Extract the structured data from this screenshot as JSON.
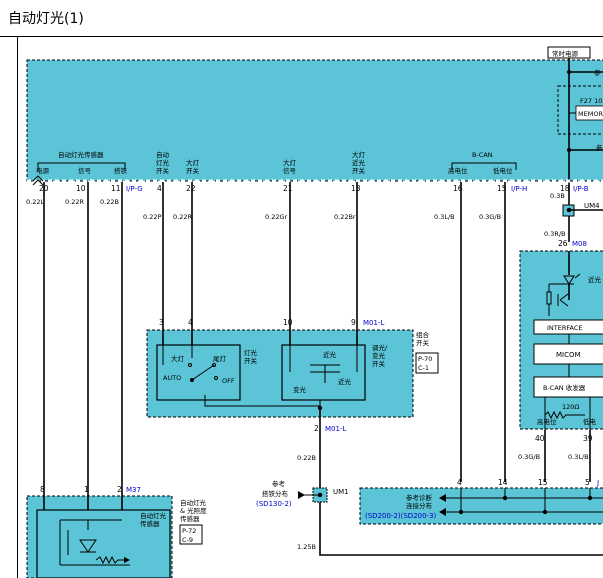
{
  "title": "自动灯光(1)",
  "top": {
    "constant_power": "常时电源",
    "fuse": "F27 10",
    "memory": "MEMOR",
    "right_label": "参",
    "group_auto_sensor": "自动灯光传感器",
    "pin_names": {
      "power": "电源",
      "signal": "信号",
      "ground": "搭铁",
      "auto_switch_l1": "自动",
      "auto_switch_l2": "灯光",
      "auto_switch_l3": "开关",
      "headlamp_switch_l1": "大灯",
      "headlamp_switch_l2": "开关",
      "headlamp_signal_l1": "大灯",
      "headlamp_signal_l2": "信号",
      "lowbeam_switch_l1": "大灯",
      "lowbeam_switch_l2": "近光",
      "lowbeam_switch_l3": "开关",
      "bcan": "B-CAN",
      "can_high": "高电位",
      "can_low": "低电位"
    },
    "pins": [
      "20",
      "10",
      "11",
      "4",
      "22",
      "21",
      "13",
      "16",
      "15",
      "18"
    ],
    "conn_ipg": "I/P-G",
    "conn_iph": "I/P-H",
    "conn_ipb": "I/P-B",
    "wires": [
      "0.22L",
      "0.22R",
      "0.22B",
      "0.22P",
      "0.22R",
      "0.22Gr",
      "0.22Br",
      "0.3L/B",
      "0.3G/B",
      "0.3B"
    ]
  },
  "um4": {
    "label": "UM4",
    "wire": "0.3R/B",
    "pin": "26",
    "conn": "M08"
  },
  "module": {
    "near_label": "近光",
    "interface": "INTERFACE",
    "micom": "MICOM",
    "transceiver": "B-CAN 收发器",
    "resistor": "120Ω",
    "high": "高电位",
    "low": "低电",
    "pins": [
      "40",
      "39"
    ],
    "wires": [
      "0.3G/B",
      "0.3L/B"
    ]
  },
  "combo": {
    "pins": [
      "3",
      "4",
      "10",
      "9"
    ],
    "conn": "M01-L",
    "light_switch_l1": "灯光",
    "light_switch_l2": "开关",
    "combo_l1": "组合",
    "combo_l2": "开关",
    "dimmer_l1": "调光/",
    "dimmer_l2": "变光",
    "dimmer_l3": "开关",
    "head": "大灯",
    "tail": "尾灯",
    "auto": "AUTO",
    "off": "OFF",
    "near": "近光",
    "flash": "变光",
    "near2": "近光",
    "ref_l1": "P-70",
    "ref_l2": "C-1",
    "bottom_pin": "2",
    "bottom_conn": "M01-L",
    "bottom_wire": "0.22B"
  },
  "sensor": {
    "pins": [
      "8",
      "1",
      "2"
    ],
    "conn": "M37",
    "label_l1": "自动灯光",
    "label_l2": "& 光照度",
    "label_l3": "传感器",
    "inner_l1": "自动灯光",
    "inner_l2": "传感器",
    "ref_l1": "P-72",
    "ref_l2": "C-9"
  },
  "um1": {
    "label": "UM1",
    "ref_l1": "参考",
    "ref_l2": "搭铁分布",
    "ref_l3": "(SD130-2)",
    "wire": "1.25B"
  },
  "diag": {
    "ref_l1": "参考诊断",
    "ref_l2": "连接分布",
    "ref_l3": "(SD200-2)(SD200-3)",
    "pins": [
      "4",
      "14",
      "15",
      "5"
    ],
    "conn": "J"
  },
  "colors": {
    "box_fill": "#5bc4d6",
    "wire": "#000000",
    "conn_label": "#0000cc"
  }
}
